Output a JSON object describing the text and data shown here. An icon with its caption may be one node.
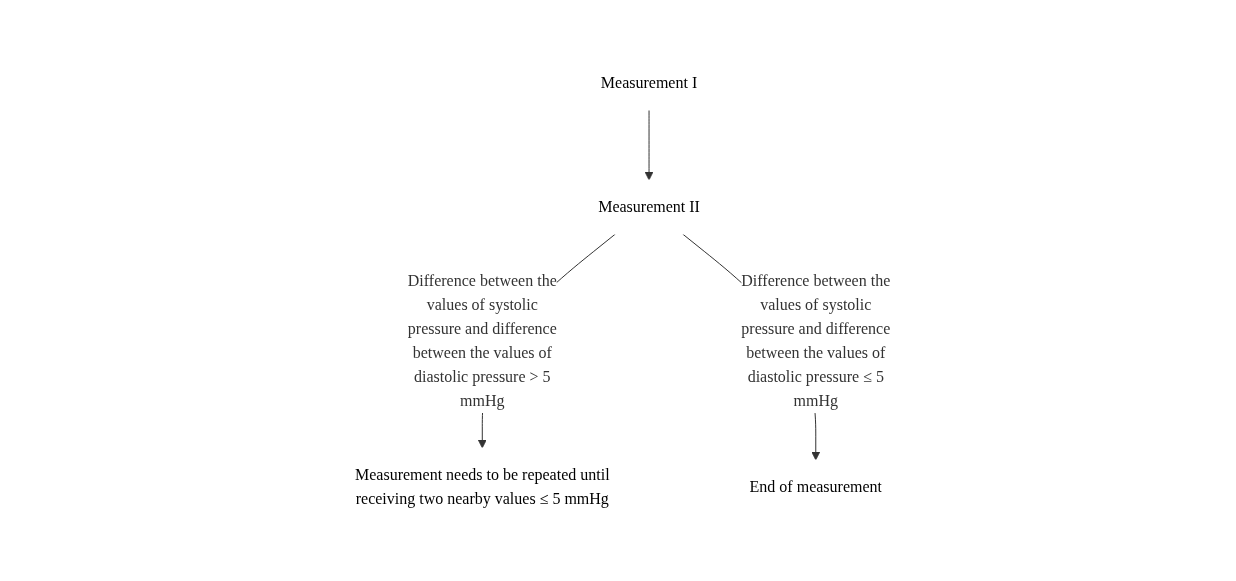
{
  "diagram": {
    "nodes": [
      {
        "text": [
          "Measurement I"
        ]
      },
      {
        "text": [
          "Measurement II"
        ]
      },
      {
        "text": [
          "Measurement needs to be repeated until receiving two nearby values ≤ 5 mmHg"
        ]
      },
      {
        "text": [
          "End of measurement"
        ]
      }
    ],
    "edges": [
      {
        "from": 0,
        "to": 1,
        "arrow": "to"
      },
      {
        "from": 1,
        "to": 2,
        "arrow": "to",
        "label": "Difference between the values of systolic pressure and difference between the values of diastolic pressure > 5 mmHg"
      },
      {
        "from": 1,
        "to": 3,
        "arrow": "to",
        "label": "Difference between the values of systolic pressure and difference between the values of diastolic pressure ≤ 5 mmHg"
      }
    ]
  }
}
